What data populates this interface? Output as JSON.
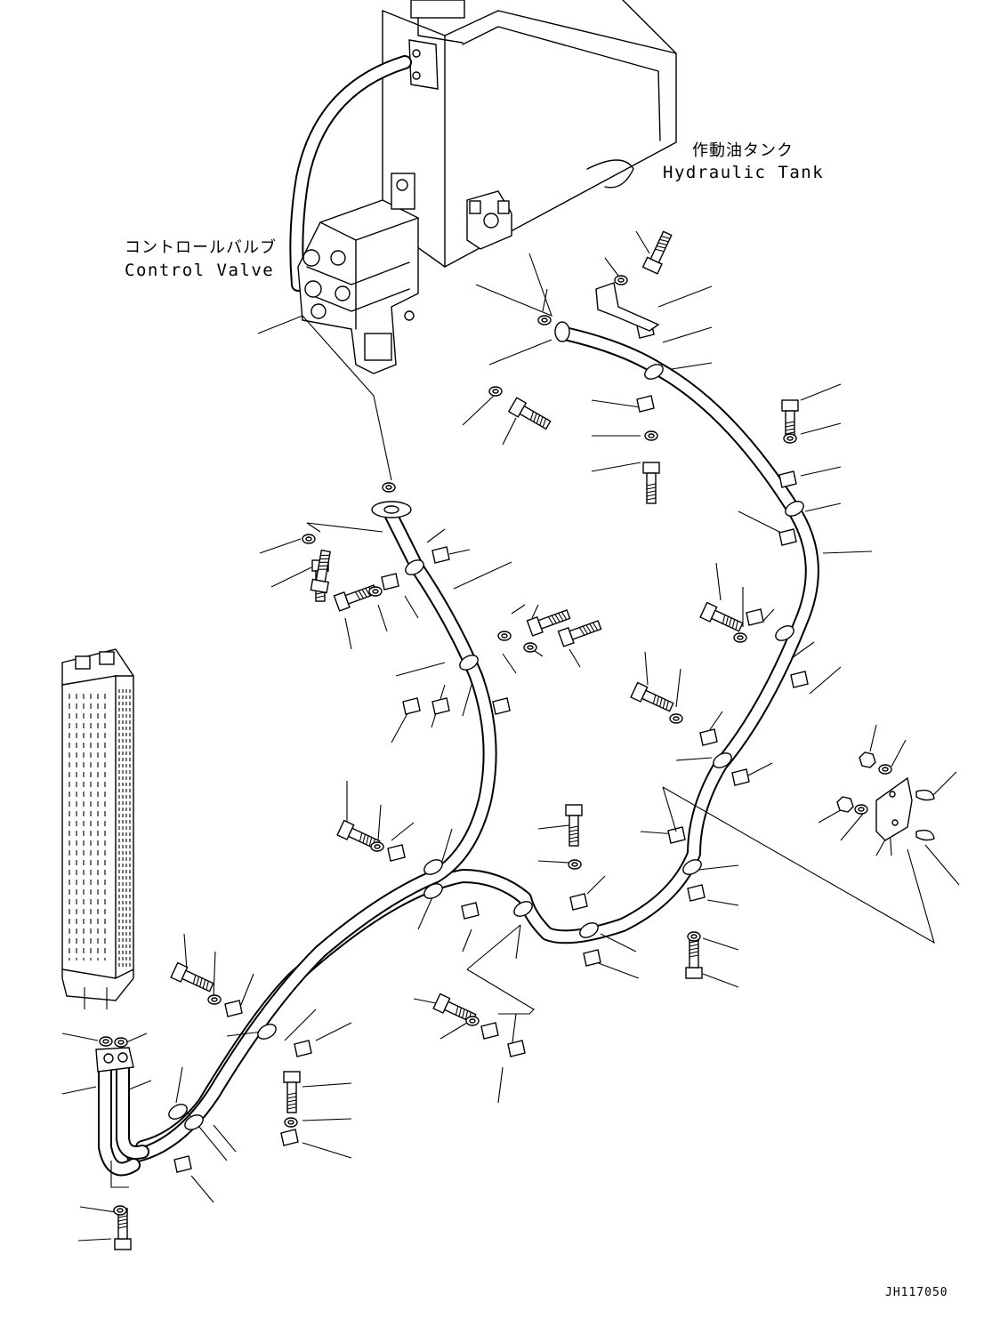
{
  "labels": {
    "tank_jp": "作動油タンク",
    "tank_en": "Hydraulic Tank",
    "valve_jp": "コントロールバルブ",
    "valve_en": "Control Valve"
  },
  "drawing_code": "JH117050",
  "icons": [
    "hydraulic-tank",
    "control-valve",
    "oil-cooler",
    "hose",
    "clamp",
    "bolt",
    "washer",
    "nut",
    "o-ring",
    "bracket"
  ],
  "colors": {
    "line": "#000000",
    "background": "#ffffff"
  }
}
